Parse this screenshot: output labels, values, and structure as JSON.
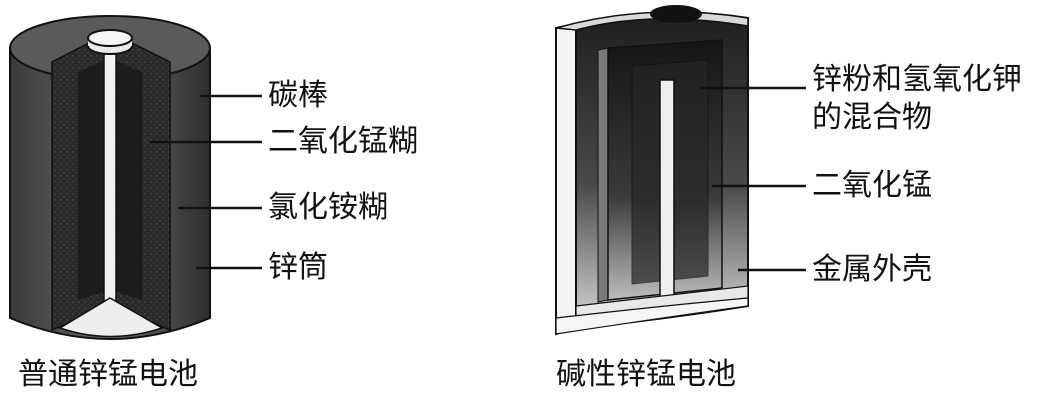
{
  "left_battery": {
    "caption": "普通锌锰电池",
    "labels": {
      "carbon_rod": "碳棒",
      "mno2_paste": "二氧化锰糊",
      "nh4cl_paste": "氯化铵糊",
      "zinc_can": "锌筒"
    }
  },
  "right_battery": {
    "caption": "碱性锌锰电池",
    "labels": {
      "zinc_koh_line1": "锌粉和氢氧化钾",
      "zinc_koh_line2": "的混合物",
      "mno2": "二氧化锰",
      "metal_shell": "金属外壳"
    }
  }
}
